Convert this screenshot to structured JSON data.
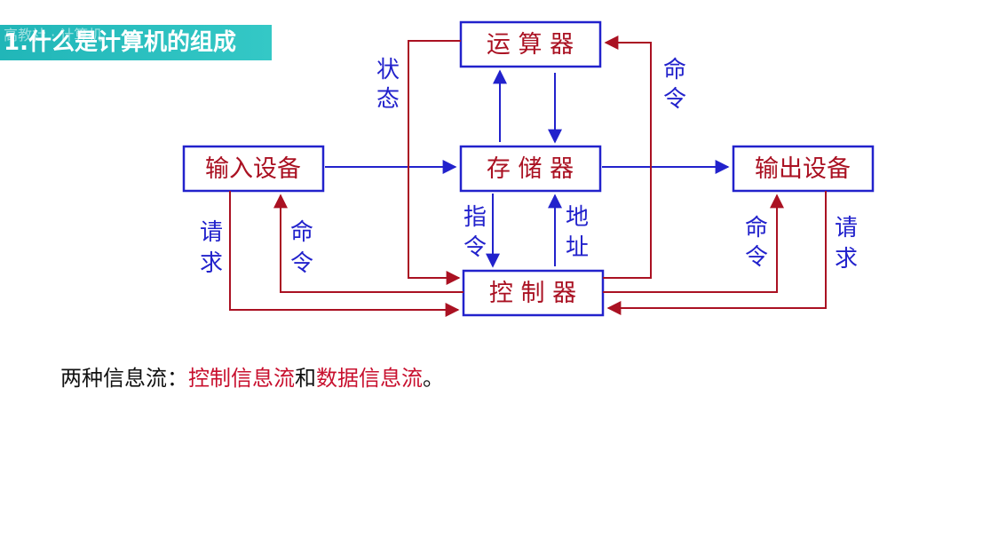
{
  "header": {
    "title": "1.什么是计算机的组成",
    "watermark": "高教社 · 计算机"
  },
  "colors": {
    "data_flow": "#2222cc",
    "control_flow": "#aa1122",
    "box_border": "#2222cc",
    "box_text": "#aa1122",
    "banner": "#2bbfbf"
  },
  "boxes": {
    "alu": "运 算 器",
    "memory": "存 储 器",
    "controller": "控 制 器",
    "input": "输入设备",
    "output": "输出设备"
  },
  "labels": {
    "status_1": "状",
    "status_2": "态",
    "cmd_alu_1": "命",
    "cmd_alu_2": "令",
    "instr_1": "指",
    "instr_2": "令",
    "addr_1": "地",
    "addr_2": "址",
    "req_in_1": "请",
    "req_in_2": "求",
    "cmd_in_1": "命",
    "cmd_in_2": "令",
    "cmd_out_1": "命",
    "cmd_out_2": "令",
    "req_out_1": "请",
    "req_out_2": "求"
  },
  "caption": {
    "prefix": "两种信息流：",
    "control": "控制信息流",
    "and": "和",
    "data": "数据信息流",
    "suffix": "。"
  }
}
